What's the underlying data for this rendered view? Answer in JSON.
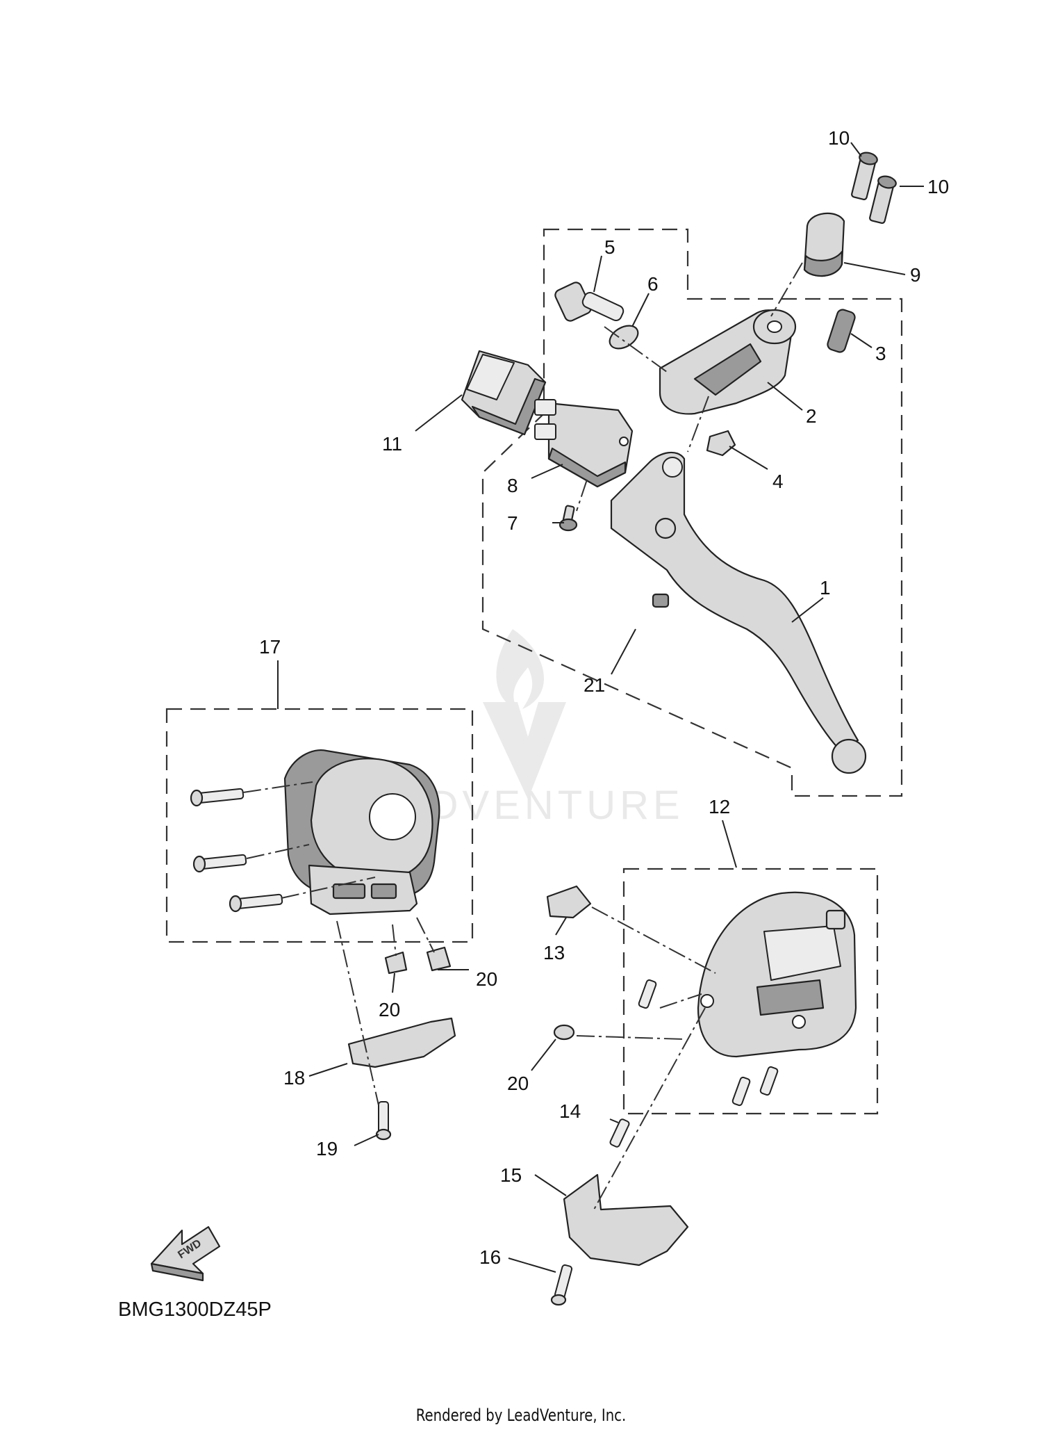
{
  "diagram": {
    "callouts": {
      "c1": "1",
      "c2": "2",
      "c3": "3",
      "c4": "4",
      "c5": "5",
      "c6": "6",
      "c7": "7",
      "c8": "8",
      "c9": "9",
      "c10a": "10",
      "c10b": "10",
      "c11": "11",
      "c12": "12",
      "c13": "13",
      "c14": "14",
      "c15": "15",
      "c16": "16",
      "c17": "17",
      "c18": "18",
      "c19": "19",
      "c20a": "20",
      "c20b": "20",
      "c20c": "20",
      "c21": "21"
    },
    "fwd_label": "FWD",
    "diagram_code": "BMG1300DZ45P",
    "watermark": "LEADVENTURE"
  },
  "footer": "Rendered by LeadVenture, Inc."
}
